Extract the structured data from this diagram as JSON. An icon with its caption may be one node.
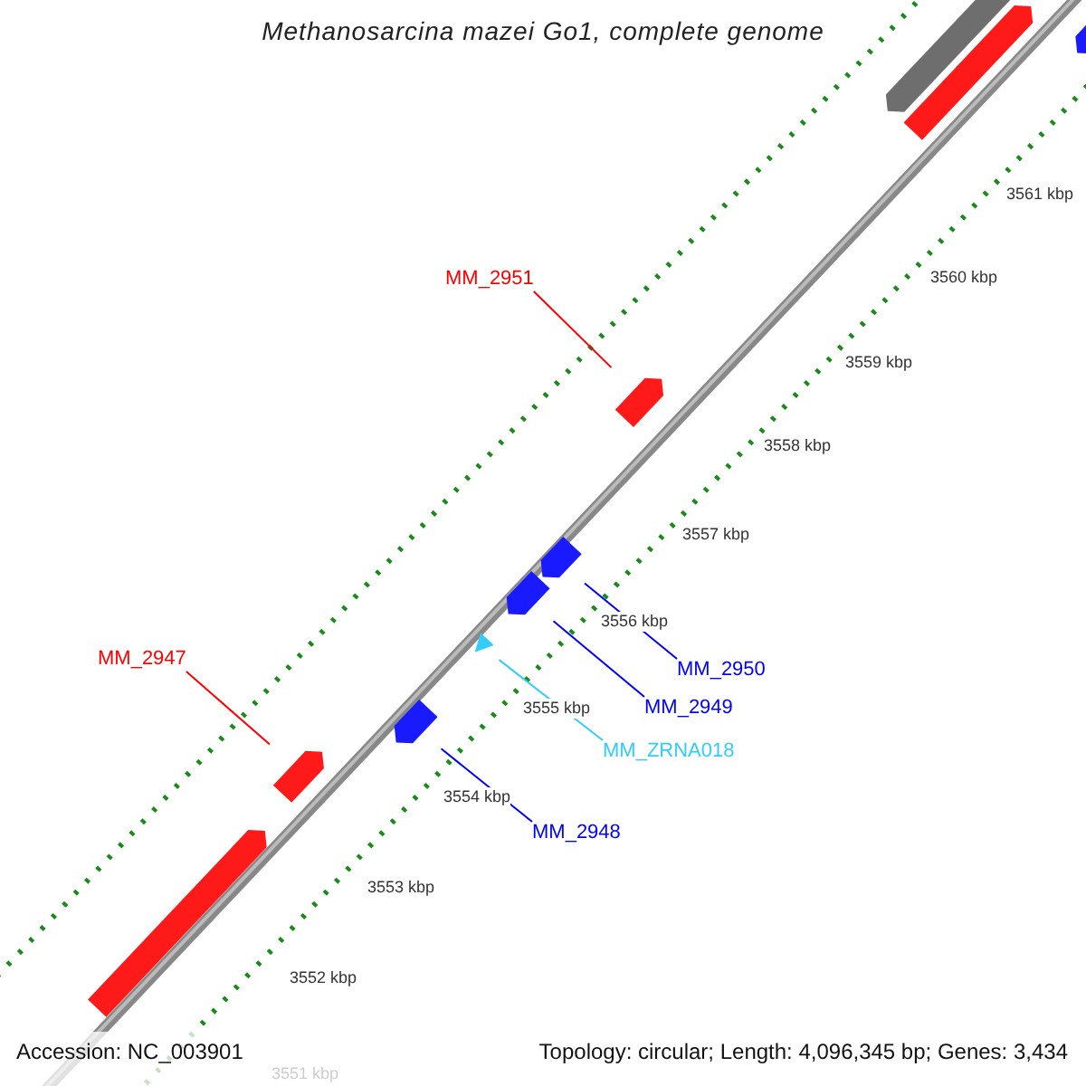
{
  "diagram": {
    "title": "Methanosarcina mazei Go1, complete genome",
    "nodes": [
      {
        "text": [
          "MM_2951"
        ]
      },
      {
        "text": [
          "MM_2947"
        ]
      },
      {
        "text": [
          "MM_2950"
        ]
      },
      {
        "text": [
          "MM_2949"
        ]
      },
      {
        "text": [
          "MM_ZRNA018"
        ]
      },
      {
        "text": [
          "MM_2948"
        ]
      },
      {
        "text": [],
        "shape": "arrow"
      },
      {
        "text": [],
        "shape": "arrow"
      },
      {
        "text": [],
        "shape": "arrow"
      },
      {
        "text": [],
        "shape": "triangle"
      },
      {
        "text": [],
        "shape": "arrow"
      },
      {
        "text": [],
        "shape": "arrow"
      }
    ],
    "edges": [
      {
        "from": 0,
        "to": 6,
        "arrow": "none",
        "color": "#ff0000"
      },
      {
        "from": 1,
        "to": 11,
        "arrow": "none",
        "color": "#ff0000"
      },
      {
        "from": 2,
        "to": 7,
        "arrow": "none"
      },
      {
        "from": 3,
        "to": 8,
        "arrow": "none"
      },
      {
        "from": 4,
        "to": 9,
        "arrow": "none",
        "color": "#33ccff"
      },
      {
        "from": 5,
        "to": 10,
        "arrow": "none"
      }
    ],
    "labels": [
      "3561 kbp",
      "3560 kbp",
      "3559 kbp",
      "3558 kbp",
      "3557 kbp",
      "3556 kbp",
      "3555 kbp",
      "3554 kbp",
      "3553 kbp",
      "3552 kbp",
      "3551 kbp",
      "Accession: NC_003901",
      "Topology: circular; Length: 4,096,345 bp; Genes: 3,434"
    ]
  }
}
